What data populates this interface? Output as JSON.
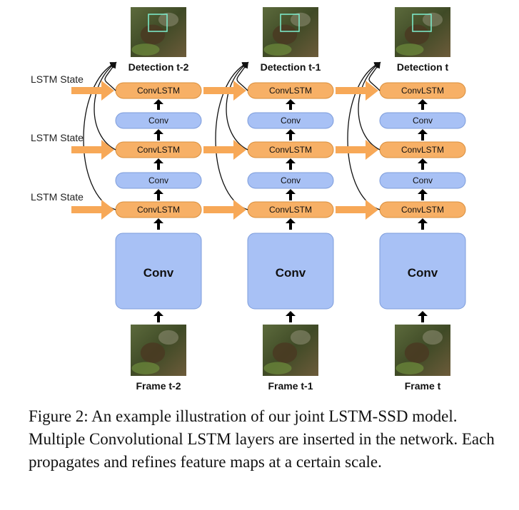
{
  "diagram": {
    "columns": [
      {
        "detection_label": "Detection t-2",
        "frame_label": "Frame t-2"
      },
      {
        "detection_label": "Detection t-1",
        "frame_label": "Frame t-1"
      },
      {
        "detection_label": "Detection t",
        "frame_label": "Frame t"
      }
    ],
    "layers": {
      "convlstm_label": "ConvLSTM",
      "conv_small_label": "Conv",
      "conv_big_label": "Conv"
    },
    "lstm_state_label": "LSTM State"
  },
  "caption": "Figure 2: An example illustration of our joint LSTM-SSD model. Multiple Convolutional LSTM layers are inserted in the network. Each propagates and refines feature maps at a certain scale.",
  "colors": {
    "convlstm_fill": "#F7B066",
    "convlstm_stroke": "#D98F3E",
    "conv_fill": "#A8C1F5",
    "conv_stroke": "#7E9DDB",
    "state_arrow": "#F7A857",
    "detection_box": "#7FF0D0"
  }
}
